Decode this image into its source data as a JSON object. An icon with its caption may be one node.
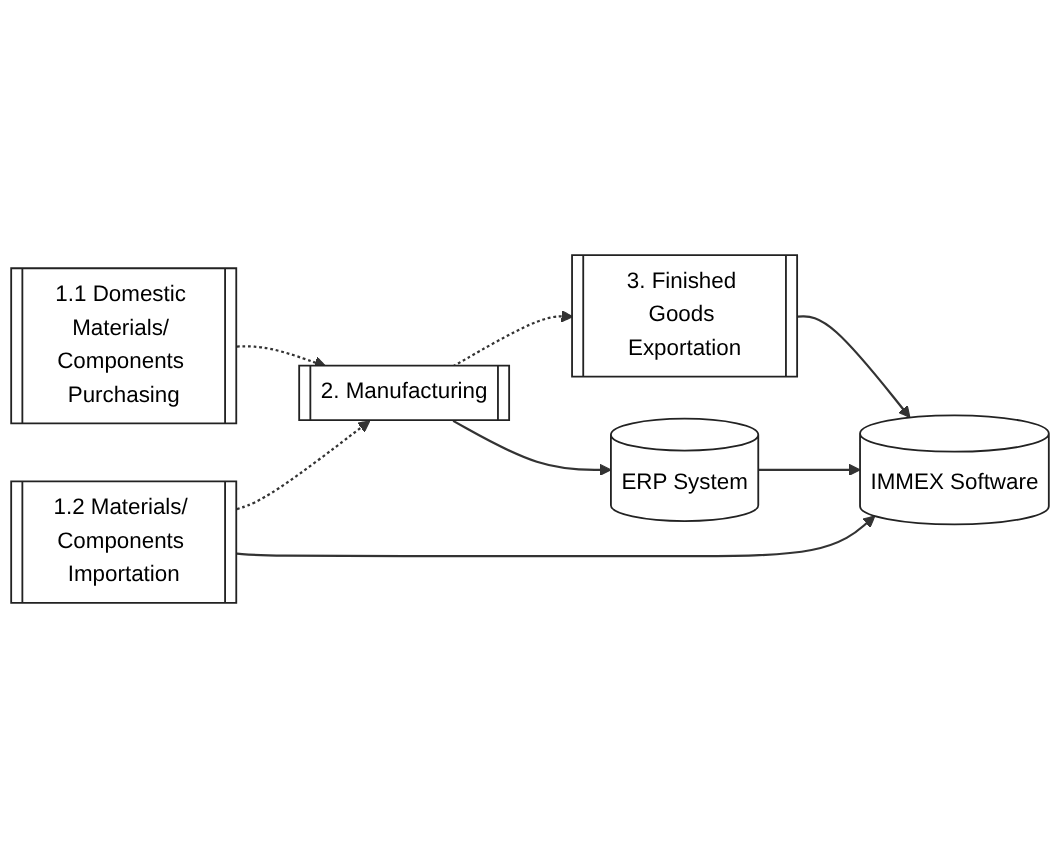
{
  "diagram": {
    "nodes": [
      {
        "text": [
          "1.1 Domestic Materials/ Components Purchasing"
        ]
      },
      {
        "text": [
          "1.2 Materials/ Components Importation"
        ]
      },
      {
        "text": [
          "2. Manufacturing"
        ]
      },
      {
        "text": [
          "3. Finished Goods Exportation"
        ]
      },
      {
        "text": [
          "ERP System"
        ]
      },
      {
        "text": [
          "IMMEX Software"
        ]
      }
    ],
    "edges": [
      {
        "from": 0,
        "to": 2,
        "arrow": "to",
        "style": "dashed"
      },
      {
        "from": 1,
        "to": 2,
        "arrow": "to",
        "style": "dashed"
      },
      {
        "from": 2,
        "to": 3,
        "arrow": "to",
        "style": "dashed"
      },
      {
        "from": 2,
        "to": 4,
        "arrow": "to"
      },
      {
        "from": 1,
        "to": 5,
        "arrow": "to"
      },
      {
        "from": 4,
        "to": 5,
        "arrow": "to"
      },
      {
        "from": 3,
        "to": 5,
        "arrow": "to"
      }
    ]
  }
}
